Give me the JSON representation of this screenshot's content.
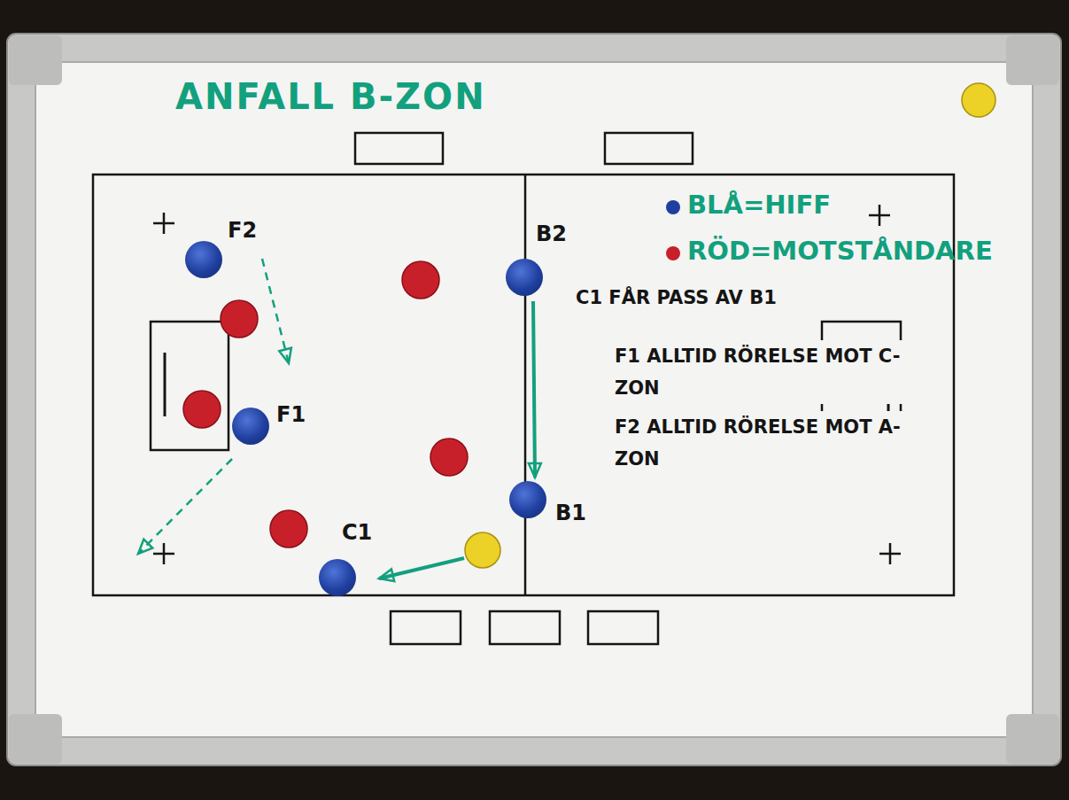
{
  "diagram": {
    "title": "ANFALL B-ZON",
    "nodes": [
      {
        "text": [
          "F2"
        ]
      },
      {
        "text": [
          "B2"
        ]
      },
      {
        "text": [
          "F1"
        ]
      },
      {
        "text": [
          "B1"
        ]
      },
      {
        "text": [
          "C1"
        ]
      }
    ],
    "edges": [
      {
        "from": 1,
        "to": 3,
        "arrow": "to"
      }
    ],
    "labels": [
      "C1 FÅR PASS AV B1",
      "F1 ALLTID RÖRELSE MOT C-ZON",
      "F2 ALLTID RÖRELSE MOT A-ZON"
    ],
    "legend": [
      {
        "text": "BLÅ=HIFF",
        "color": "#1f3f9e"
      },
      {
        "text": "RÖD=MOTSTÅNDARE",
        "color": "#c8202a"
      }
    ]
  }
}
